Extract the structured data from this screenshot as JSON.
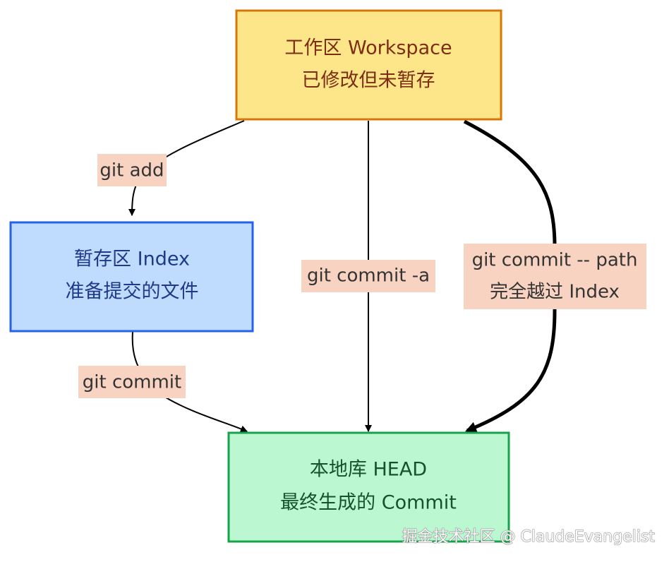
{
  "nodes": {
    "workspace": {
      "line1": "工作区 Workspace",
      "line2": "已修改但未暂存",
      "fill": "#fde68a",
      "stroke": "#d97706",
      "text_color": "#7c2d12"
    },
    "index": {
      "line1": "暂存区 Index",
      "line2": "准备提交的文件",
      "fill": "#bfdbfe",
      "stroke": "#2563eb",
      "text_color": "#1e3a8a"
    },
    "head": {
      "line1": "本地库 HEAD",
      "line2": "最终生成的 Commit",
      "fill": "#bbf7d0",
      "stroke": "#16a34a",
      "text_color": "#14532d"
    }
  },
  "edges": {
    "git_add": {
      "label": "git add"
    },
    "git_commit": {
      "label": "git commit"
    },
    "git_commit_a": {
      "label": "git commit -a"
    },
    "git_commit_path": {
      "label_line1": "git commit -- path",
      "label_line2": "完全越过 Index"
    }
  },
  "edge_label_bg": "#f8d3c2",
  "edge_color": "#000000",
  "watermark": "掘金技术社区 @ ClaudeEvangelist"
}
